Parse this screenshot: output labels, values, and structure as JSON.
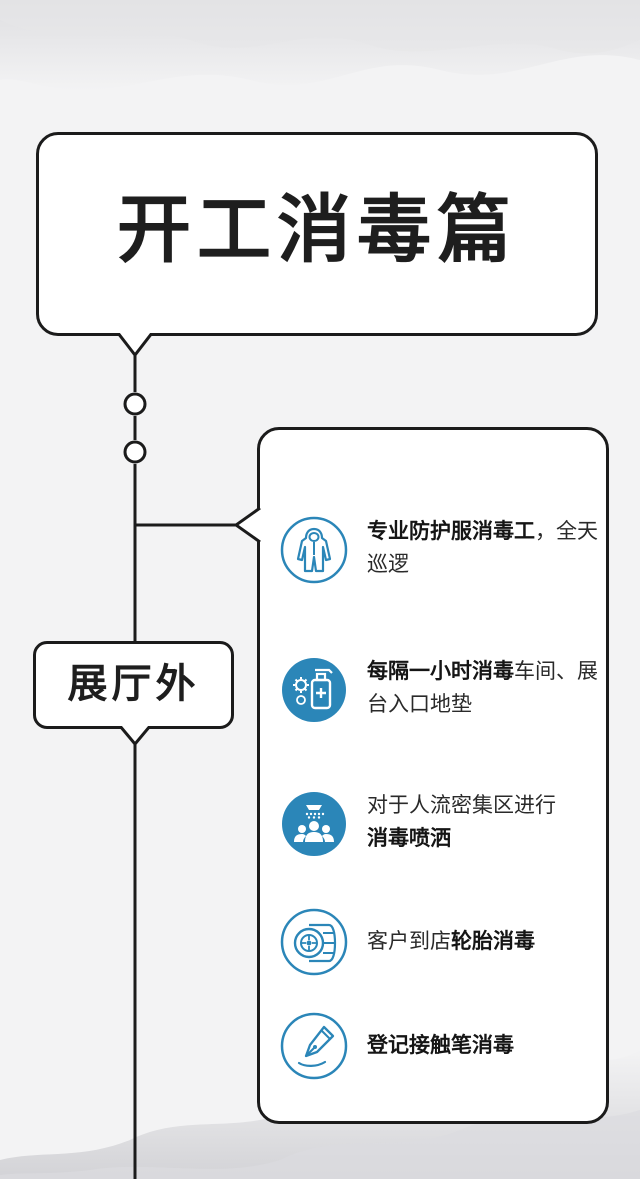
{
  "title": "开工消毒篇",
  "section": "展厅外",
  "items": [
    {
      "icon": "protective-suit-icon",
      "bold": "专业防护服消毒工",
      "rest": "，全天巡逻",
      "bold_first": true
    },
    {
      "icon": "sanitizer-bottle-icon",
      "bold": "每隔一小时消毒",
      "rest": "车间、展台入口地垫",
      "bold_first": true
    },
    {
      "icon": "crowd-spray-icon",
      "bold": "消毒喷洒",
      "rest": "对于人流密集区进行",
      "bold_first": false
    },
    {
      "icon": "tire-icon",
      "bold": "轮胎消毒",
      "rest": "客户到店",
      "bold_first": false
    },
    {
      "icon": "pen-nib-icon",
      "bold": "登记接触笔消毒",
      "rest": "",
      "bold_first": true
    }
  ],
  "colors": {
    "accent": "#2b86b8",
    "line": "#1b1b1b",
    "background": "#f3f3f4"
  }
}
